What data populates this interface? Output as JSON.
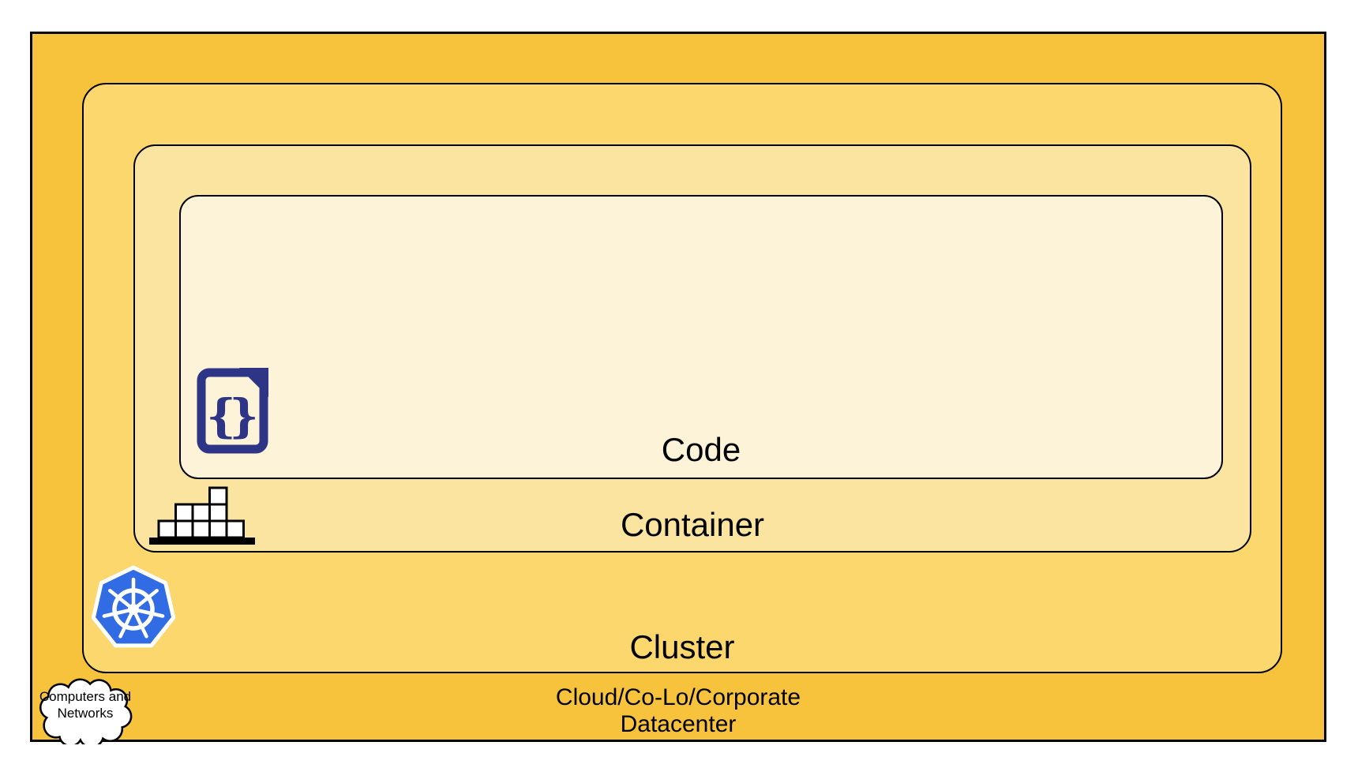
{
  "layers": {
    "datacenter": {
      "label_line1": "Cloud/Co-Lo/Corporate",
      "label_line2": "Datacenter"
    },
    "cluster": {
      "label": "Cluster"
    },
    "container": {
      "label": "Container"
    },
    "code": {
      "label": "Code"
    }
  },
  "cloud_callout": {
    "line1": "Computers and",
    "line2": "Networks"
  },
  "icons": {
    "code_brace_left": "{",
    "code_brace_right": "}"
  },
  "colors": {
    "datacenter_fill": "#F8C33C",
    "cluster_fill": "#FBD76E",
    "container_fill": "#FBE4A0",
    "code_fill": "#FCF3D8",
    "border": "#000000",
    "label_text": "#000000",
    "code_icon_navy": "#2E3587",
    "kubernetes_blue": "#326CE5",
    "icon_white": "#FFFFFF"
  }
}
